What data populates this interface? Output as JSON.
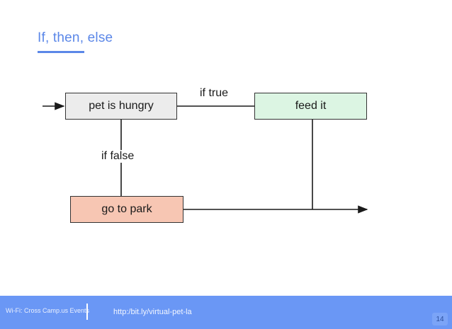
{
  "slide": {
    "title": "If, then, else",
    "accent_color": "#5b87e8",
    "background_color": "#ffffff"
  },
  "diagram": {
    "type": "flowchart",
    "nodes": [
      {
        "id": "condition",
        "label": "pet is hungry",
        "fill": "#ececec",
        "stroke": "#333333"
      },
      {
        "id": "true_branch",
        "label": "feed it",
        "fill": "#dcf5e3",
        "stroke": "#333333"
      },
      {
        "id": "false_branch",
        "label": "go to park",
        "fill": "#f7c6b3",
        "stroke": "#333333"
      }
    ],
    "edge_labels": [
      {
        "id": "true_label",
        "label": "if true"
      },
      {
        "id": "false_label",
        "label": "if false"
      }
    ]
  },
  "footer": {
    "wifi": "Wi-Fi: Cross Camp.us Events",
    "url": "http:/bit.ly/virtual-pet-la",
    "slide_number": "14",
    "background_color": "#6a97f5"
  }
}
